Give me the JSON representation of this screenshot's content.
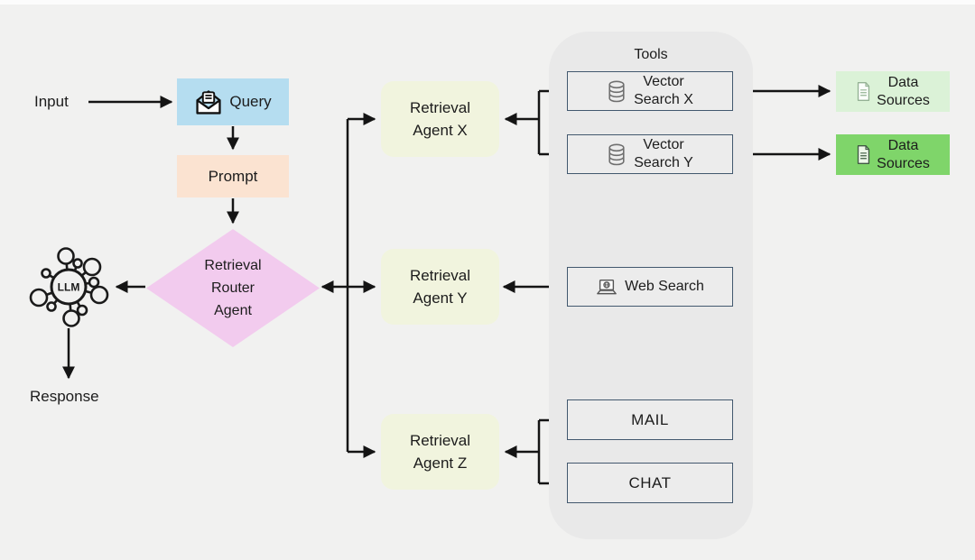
{
  "labels": {
    "input": "Input",
    "response": "Response"
  },
  "nodes": {
    "query": {
      "label": "Query"
    },
    "prompt": {
      "label": "Prompt"
    },
    "router": {
      "line1": "Retrieval",
      "line2": "Router",
      "line3": "Agent"
    },
    "llm": {
      "label": "LLM"
    },
    "agent_x": {
      "line1": "Retrieval",
      "line2": "Agent X"
    },
    "agent_y": {
      "line1": "Retrieval",
      "line2": "Agent Y"
    },
    "agent_z": {
      "line1": "Retrieval",
      "line2": "Agent Z"
    }
  },
  "tools": {
    "title": "Tools",
    "vector_search_x": {
      "line1": "Vector",
      "line2": "Search X"
    },
    "vector_search_y": {
      "line1": "Vector",
      "line2": "Search Y"
    },
    "web_search": {
      "label": "Web Search"
    },
    "mail": {
      "label": "MAIL"
    },
    "chat": {
      "label": "CHAT"
    }
  },
  "data_sources": {
    "top": {
      "line1": "Data",
      "line2": "Sources"
    },
    "bottom": {
      "line1": "Data",
      "line2": "Sources"
    }
  },
  "colors": {
    "canvas_bg": "#f1f1f0",
    "query_bg": "#b5ddf0",
    "prompt_bg": "#fbe3d1",
    "router_bg": "#f2cbee",
    "agent_bg": "#f1f4de",
    "tools_panel_bg": "#e9e9e9",
    "tool_box_bg": "#ececec",
    "tool_box_border": "#42586e",
    "data_sources_top_bg": "#dbf2d7",
    "data_sources_bottom_bg": "#7fd56a",
    "arrow": "#141414"
  }
}
